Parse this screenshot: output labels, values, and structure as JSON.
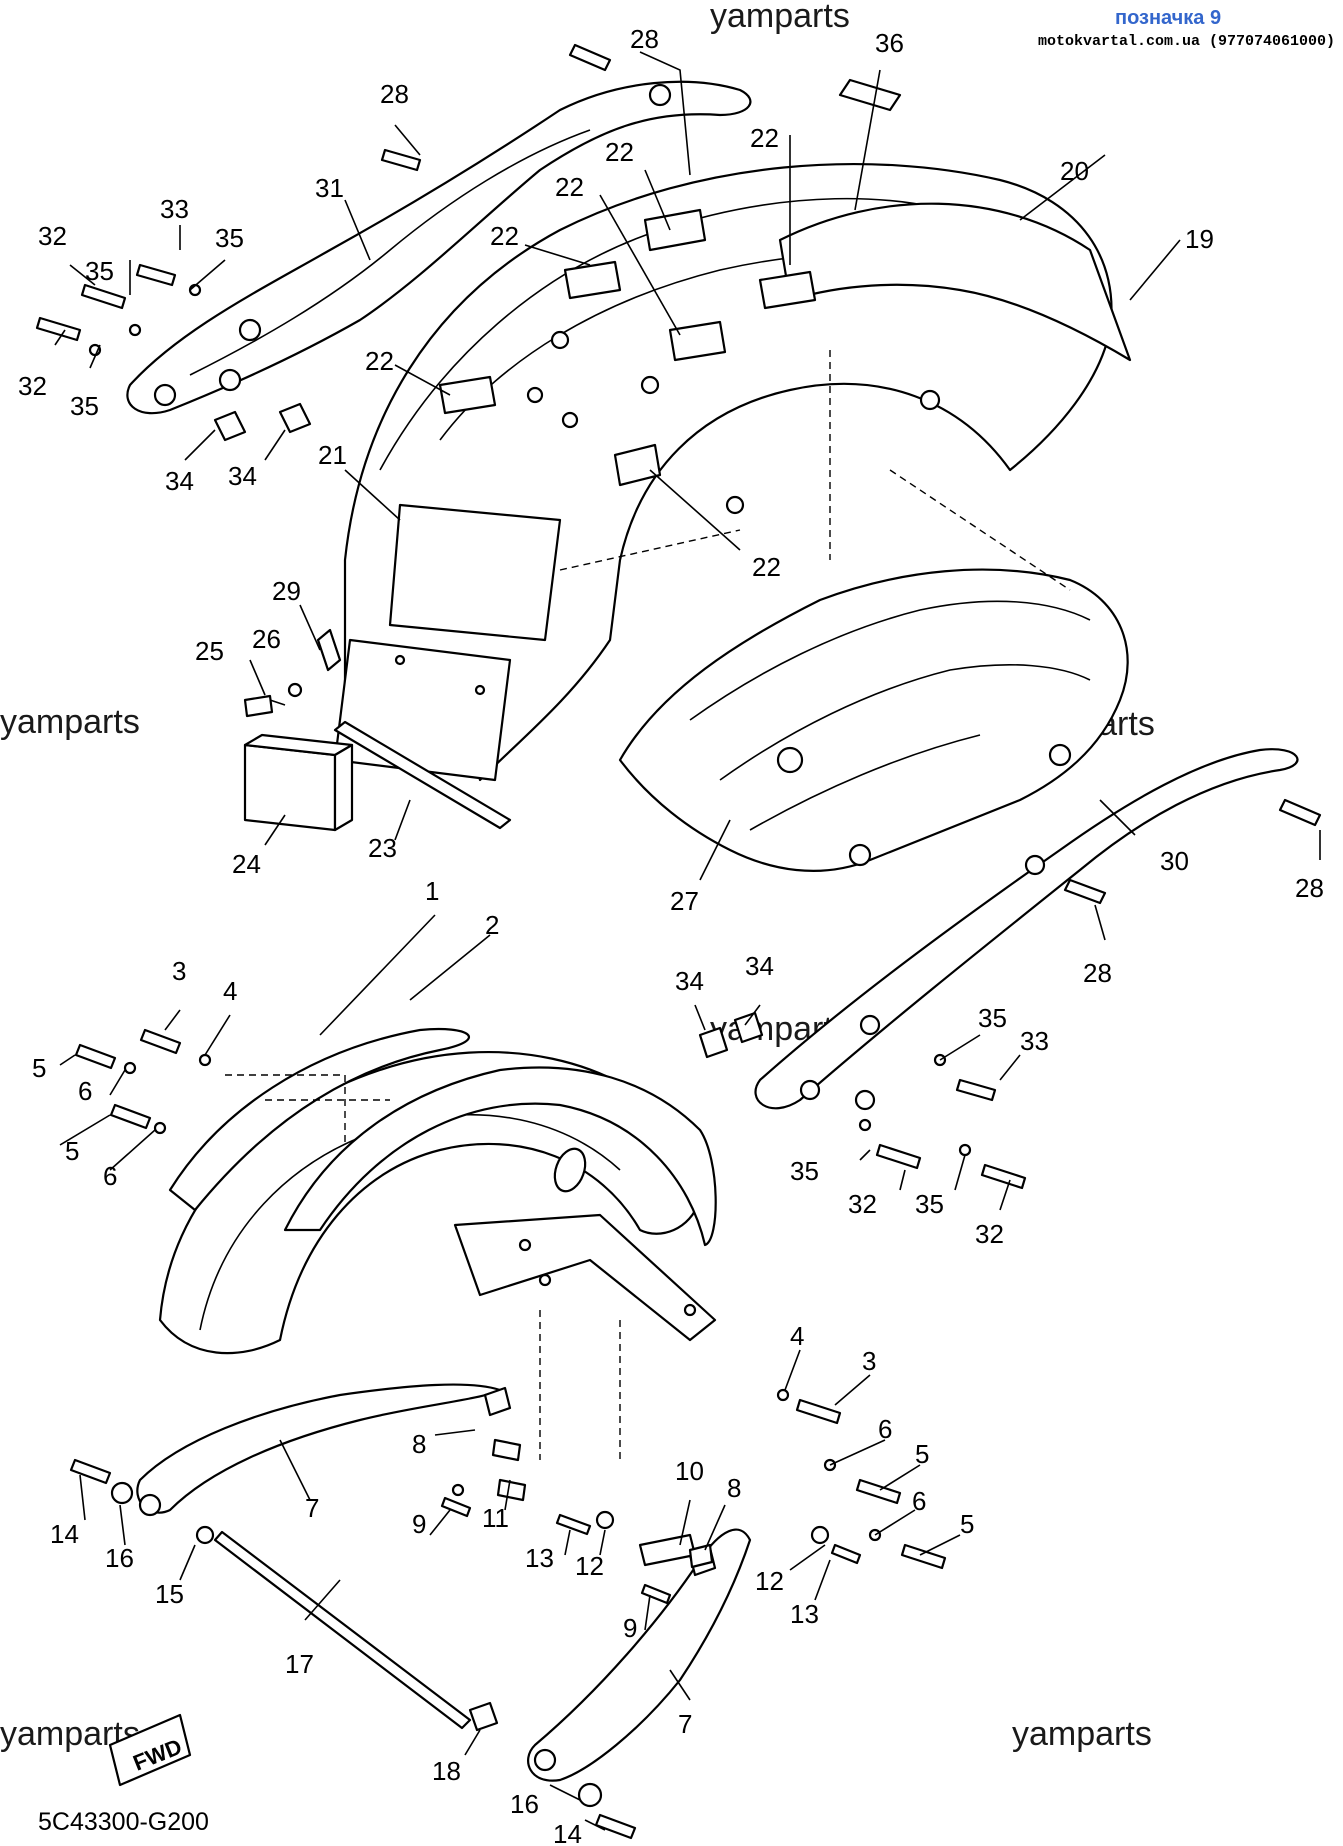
{
  "header": {
    "tag": "позначка 9",
    "site": "motokvartal.com.ua (977074061000)"
  },
  "watermarks": [
    "yamparts",
    "yamparts",
    "yamparts",
    "yamparts",
    "yamparts"
  ],
  "diagram_code": "5C43300-G200",
  "fwd_label": "FWD",
  "decal_label": "36",
  "callouts": {
    "c28a": "28",
    "c36": "36",
    "c28b": "28",
    "c31": "31",
    "c33a": "33",
    "c35a": "35",
    "c32a": "32",
    "c35b": "35",
    "c32b": "32",
    "c35c": "35",
    "c34a": "34",
    "c34b": "34",
    "c22a": "22",
    "c22b": "22",
    "c22c": "22",
    "c22d": "22",
    "c22e": "22",
    "c22f": "22",
    "c20": "20",
    "c19": "19",
    "c21": "21",
    "c29": "29",
    "c25": "25",
    "c26": "26",
    "c24": "24",
    "c23": "23",
    "c27": "27",
    "c30": "30",
    "c28c": "28",
    "c28d": "28",
    "c1": "1",
    "c2": "2",
    "c3a": "3",
    "c4a": "4",
    "c5a": "5",
    "c6a": "6",
    "c5b": "5",
    "c6b": "6",
    "c34c": "34",
    "c34d": "34",
    "c35d": "35",
    "c33b": "33",
    "c35e": "35",
    "c32c": "32",
    "c35f": "35",
    "c32d": "32",
    "c4b": "4",
    "c3b": "3",
    "c6c": "6",
    "c5c": "5",
    "c6d": "6",
    "c5d": "5",
    "c8a": "8",
    "c7a": "7",
    "c9a": "9",
    "c11": "11",
    "c13a": "13",
    "c12a": "12",
    "c10": "10",
    "c8b": "8",
    "c14a": "14",
    "c16a": "16",
    "c15": "15",
    "c9b": "9",
    "c12b": "12",
    "c13b": "13",
    "c17": "17",
    "c7b": "7",
    "c18": "18",
    "c16b": "16",
    "c14b": "14"
  }
}
